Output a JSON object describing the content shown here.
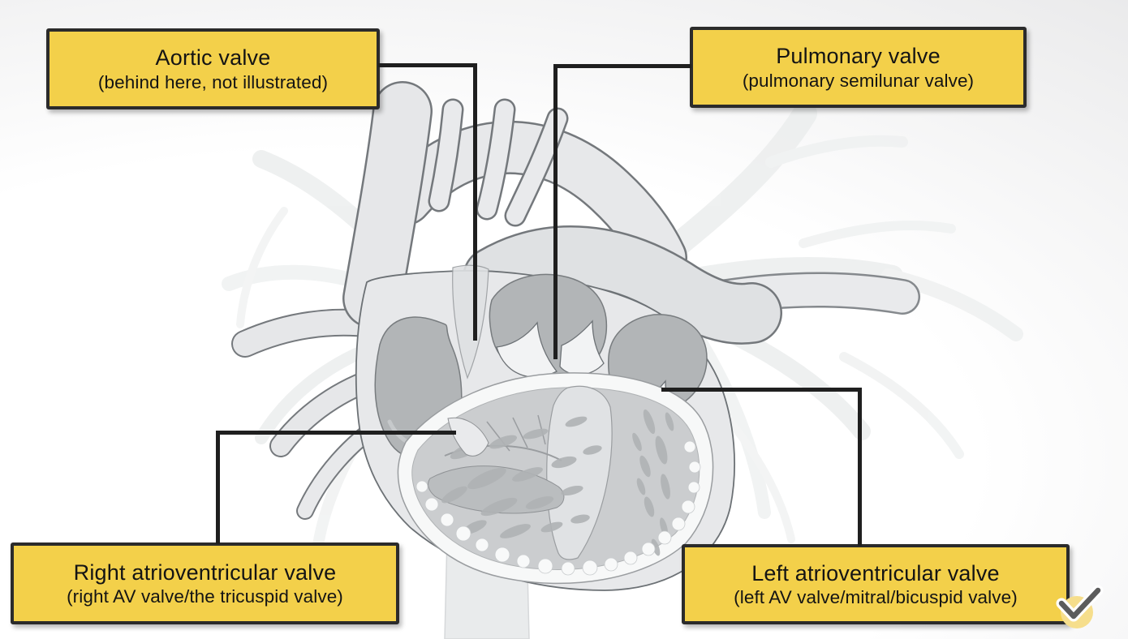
{
  "figure": {
    "subject": "Heart valves cutaway diagram",
    "labels": [
      {
        "name": "aortic-valve",
        "line1": "Aortic valve",
        "line2": "(behind here, not illustrated)"
      },
      {
        "name": "pulmonary-valve",
        "line1": "Pulmonary valve",
        "line2": "(pulmonary semilunar valve)"
      },
      {
        "name": "right-atrioventricular-valve",
        "line1": "Right atrioventricular valve",
        "line2": "(right AV valve/the tricuspid valve)"
      },
      {
        "name": "left-atrioventricular-valve",
        "line1": "Left atrioventricular valve",
        "line2": "(left AV valve/mitral/bicuspid valve)"
      }
    ],
    "icons": [
      {
        "name": "checkmark-icon",
        "glyph": "✓"
      }
    ],
    "colors": {
      "label_background": "#F3D04A",
      "label_border": "#2B2B2B",
      "label_text": "#141414",
      "connector_line": "#1F1F1F",
      "checkmark_circle": "#F6DE8C",
      "checkmark_stroke": "#5C5C5C",
      "illustration_body": "#E7E8EA",
      "illustration_cavity": "#B2B5B7",
      "background_edge": "#DFE0E1"
    }
  }
}
